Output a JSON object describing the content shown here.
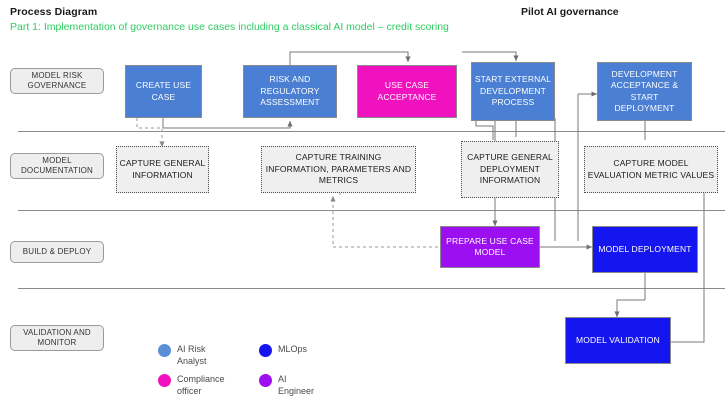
{
  "header": {
    "title": "Process Diagram",
    "subtitle": "Part 1: Implementation of governance use cases including a classical AI model – credit scoring",
    "right_title": "Pilot AI governance"
  },
  "lanes": [
    {
      "id": "governance",
      "label": "MODEL RISK GOVERNANCE"
    },
    {
      "id": "documentation",
      "label": "MODEL DOCUMENTATION"
    },
    {
      "id": "build",
      "label": "BUILD & DEPLOY"
    },
    {
      "id": "validation",
      "label": "VALIDATION AND MONITOR"
    }
  ],
  "nodes": [
    {
      "id": "create-use-case",
      "label": "CREATE USE CASE",
      "lane": "governance",
      "style": "solid",
      "color": "#4a7fd4"
    },
    {
      "id": "risk-regulatory",
      "label": "RISK AND REGULATORY ASSESSMENT",
      "lane": "governance",
      "style": "solid",
      "color": "#4a7fd4"
    },
    {
      "id": "use-case-acceptance",
      "label": "USE CASE ACCEPTANCE",
      "lane": "governance",
      "style": "solid",
      "color": "#f012be"
    },
    {
      "id": "start-external",
      "label": "START EXTERNAL DEVELOPMENT PROCESS",
      "lane": "governance",
      "style": "solid",
      "color": "#4a7fd4"
    },
    {
      "id": "development-acceptance",
      "label": "DEVELOPMENT ACCEPTANCE & START DEPLOYMENT",
      "lane": "governance",
      "style": "solid",
      "color": "#4a7fd4"
    },
    {
      "id": "capture-general-info",
      "label": "CAPTURE GENERAL INFORMATION",
      "lane": "documentation",
      "style": "doc",
      "color": "#efefef"
    },
    {
      "id": "capture-training-info",
      "label": "CAPTURE TRAINING INFORMATION, PARAMETERS AND METRICS",
      "lane": "documentation",
      "style": "doc",
      "color": "#efefef"
    },
    {
      "id": "capture-deploy-info",
      "label": "CAPTURE GENERAL DEPLOYMENT INFORMATION",
      "lane": "documentation",
      "style": "doc",
      "color": "#efefef"
    },
    {
      "id": "capture-eval-metrics",
      "label": "CAPTURE MODEL EVALUATION METRIC VALUES",
      "lane": "documentation",
      "style": "doc",
      "color": "#efefef"
    },
    {
      "id": "prepare-use-case-model",
      "label": "PREPARE USE CASE MODEL",
      "lane": "build",
      "style": "solid",
      "color": "#9b0ff0"
    },
    {
      "id": "model-deployment",
      "label": "MODEL DEPLOYMENT",
      "lane": "build",
      "style": "solid",
      "color": "#1515f0"
    },
    {
      "id": "model-validation",
      "label": "MODEL VALIDATION",
      "lane": "validation",
      "style": "solid",
      "color": "#1515f0"
    }
  ],
  "legend": {
    "items": [
      {
        "id": "ai-risk-analyst",
        "label": "AI Risk Analyst",
        "color": "#5a8fd8"
      },
      {
        "id": "mlops",
        "label": "MLOps",
        "color": "#1515f0"
      },
      {
        "id": "compliance-officer",
        "label": "Compliance officer",
        "color": "#f012be"
      },
      {
        "id": "ai-engineer",
        "label": "AI Engineer",
        "color": "#9b0ff0"
      }
    ]
  },
  "colors": {
    "accent_green": "#2ecc61",
    "lane_line": "#8a8a8a",
    "connector": "#7a7a7a"
  }
}
